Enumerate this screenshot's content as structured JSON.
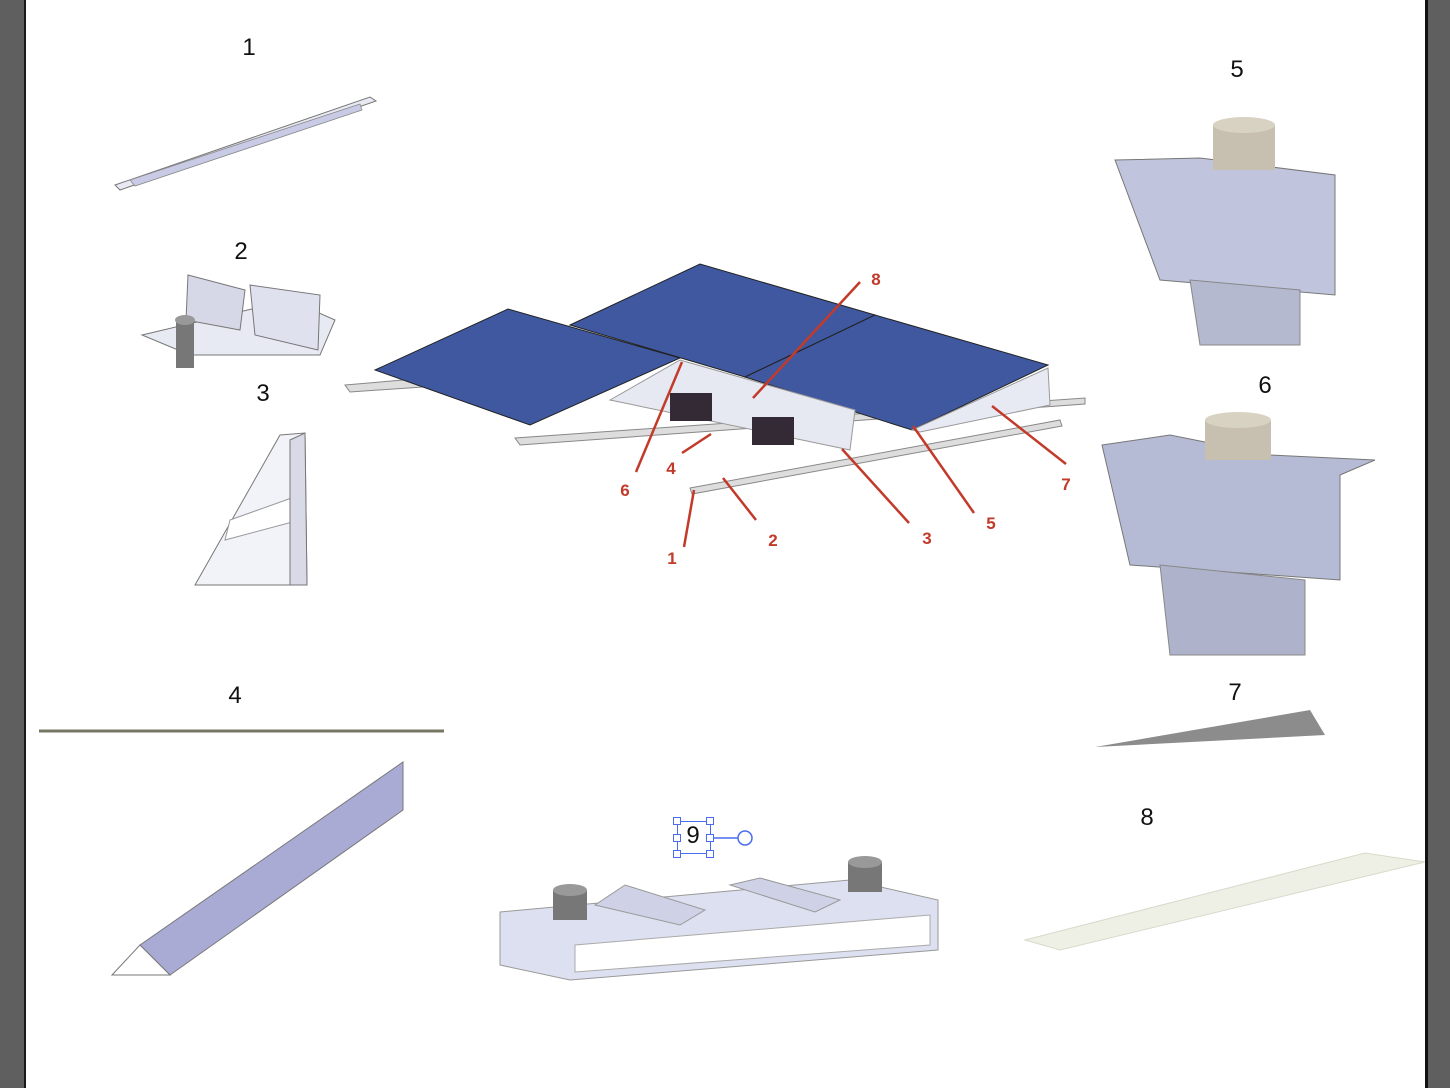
{
  "part_labels": {
    "p1": "1",
    "p2": "2",
    "p3": "3",
    "p4": "4",
    "p5": "5",
    "p6": "6",
    "p7": "7",
    "p8": "8",
    "p9": "9"
  },
  "callouts": {
    "c1": "1",
    "c2": "2",
    "c3": "3",
    "c4": "4",
    "c5": "5",
    "c6": "6",
    "c7": "7",
    "c8": "8"
  },
  "colors": {
    "panel": "#3f58a0",
    "callout": "#c23a2a",
    "selection": "#4a6cf0",
    "metal": "#b9bfd6"
  }
}
